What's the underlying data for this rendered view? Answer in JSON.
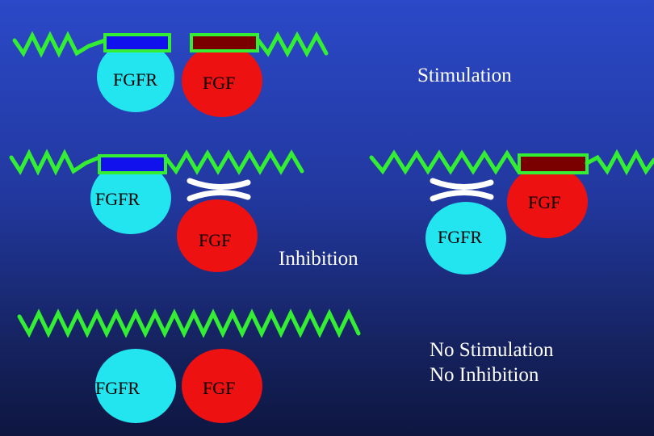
{
  "colors": {
    "background_top": "#2b49c8",
    "background_bottom": "#0e1640",
    "zigzag_green": "#33ee33",
    "receptor_cyan": "#22e5f0",
    "ligand_red": "#ee1111",
    "binding_site_blue": "#1111ee",
    "binding_site_darkred": "#7a0000",
    "cross_white": "#ffffff"
  },
  "panels": {
    "stimulation": {
      "receptor_label": "FGFR",
      "ligand_label": "FGF",
      "caption": "Stimulation"
    },
    "inhibition_left": {
      "receptor_label": "FGFR",
      "ligand_label": "FGF"
    },
    "inhibition_right": {
      "receptor_label": "FGFR",
      "ligand_label": "FGF"
    },
    "inhibition_caption": "Inhibition",
    "none": {
      "receptor_label": "FGFR",
      "ligand_label": "FGF",
      "caption_line1": "No Stimulation",
      "caption_line2": "No Inhibition"
    }
  }
}
